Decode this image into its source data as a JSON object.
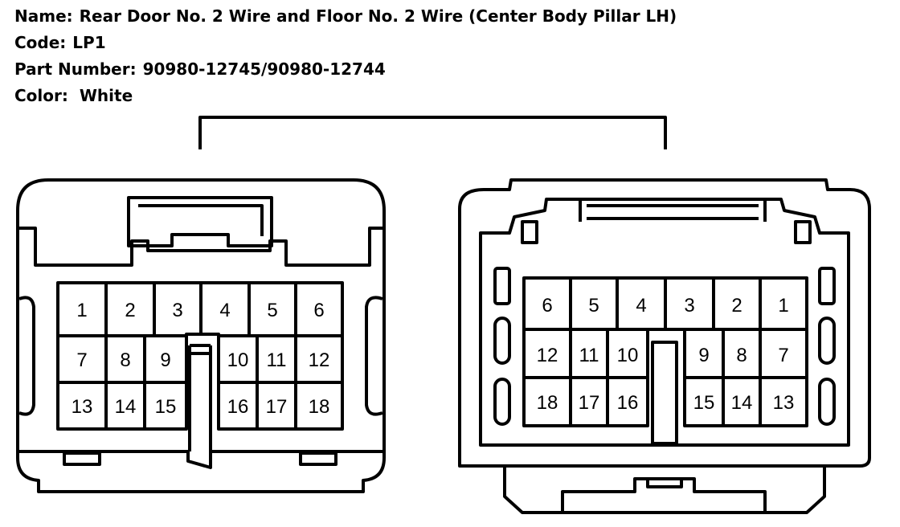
{
  "info": {
    "name_label": "Name:",
    "name_value": "Rear Door No. 2 Wire and Floor No. 2 Wire (Center Body Pillar LH)",
    "code_label": "Code:",
    "code_value": "LP1",
    "part_label": "Part Number:",
    "part_value": "90980-12745/90980-12744",
    "color_label": "Color:",
    "color_value": "White"
  },
  "left_connector": {
    "row1": [
      "1",
      "2",
      "3",
      "4",
      "5",
      "6"
    ],
    "row2": [
      "7",
      "8",
      "9",
      "10",
      "11",
      "12"
    ],
    "row3": [
      "13",
      "14",
      "15",
      "16",
      "17",
      "18"
    ]
  },
  "right_connector": {
    "row1": [
      "6",
      "5",
      "4",
      "3",
      "2",
      "1"
    ],
    "row2": [
      "12",
      "11",
      "10",
      "9",
      "8",
      "7"
    ],
    "row3": [
      "18",
      "17",
      "16",
      "15",
      "14",
      "13"
    ]
  }
}
